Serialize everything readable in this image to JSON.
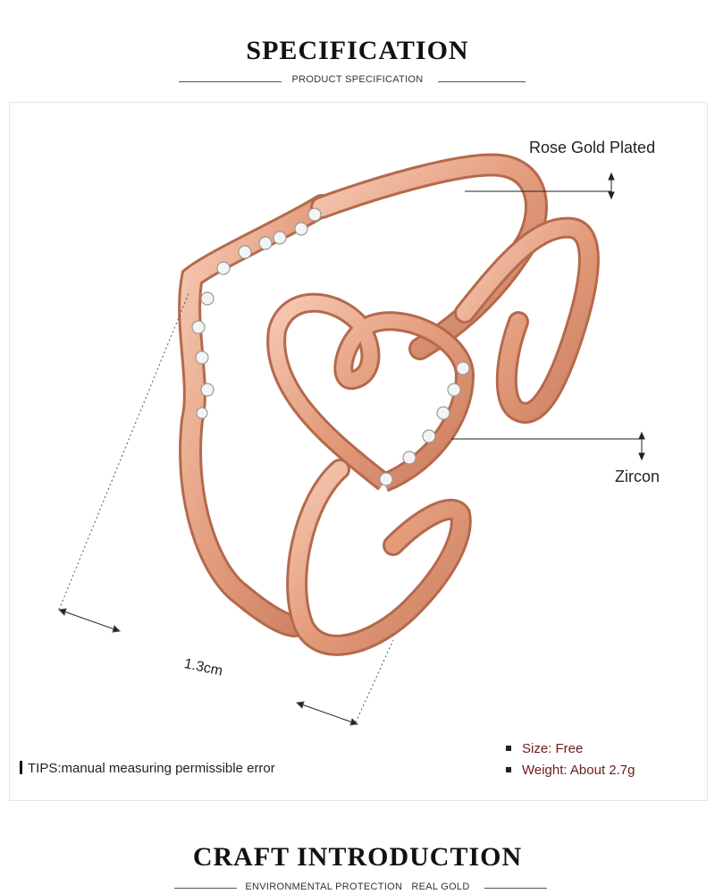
{
  "spec_header": {
    "title": "SPECIFICATION",
    "subtitle": "PRODUCT SPECIFICATION"
  },
  "callouts": {
    "plating": "Rose Gold Plated",
    "stone": "Zircon",
    "measurement": "1.3cm"
  },
  "tips": {
    "text": "TIPS:manual measuring permissible error"
  },
  "specs": {
    "size": "Size: Free",
    "weight": "Weight: About 2.7g"
  },
  "craft_header": {
    "title": "CRAFT INTRODUCTION",
    "subtitle": "ENVIRONMENTAL PROTECTION   REAL GOLD"
  },
  "colors": {
    "rose_gold": "#e8a384",
    "rose_gold_dark": "#b5694c",
    "spec_text": "#6b1a1a"
  }
}
